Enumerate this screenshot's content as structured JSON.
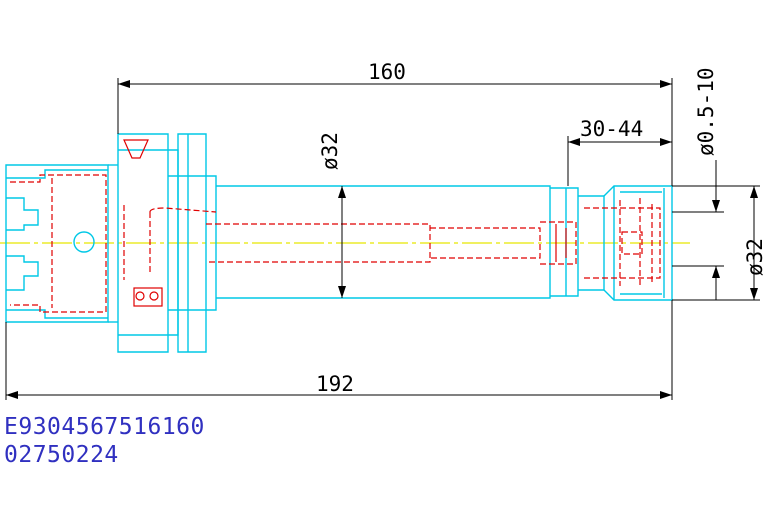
{
  "drawing": {
    "dimensions": {
      "length_tool": "160",
      "length_total": "192",
      "diameter_shank": "ø32",
      "diameter_nut": "ø32",
      "clamp_range": "ø0.5-10",
      "clamp_length": "30-44"
    }
  },
  "part_codes": {
    "line1": "E9304567516160",
    "line2": "02750224"
  },
  "colors": {
    "outline": "#00c8e6",
    "hidden": "#e00000",
    "centerline": "#e6e600",
    "dimension": "#000000",
    "code_text": "#3030c0"
  }
}
